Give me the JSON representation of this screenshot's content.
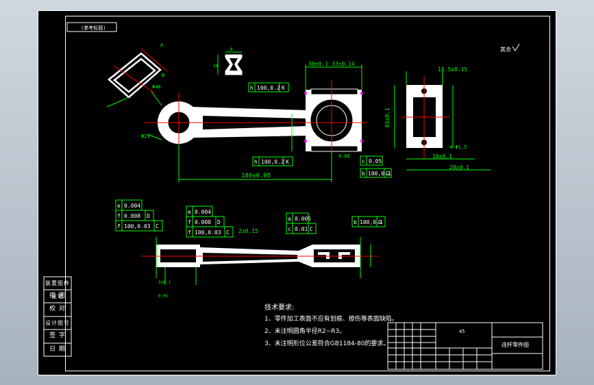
{
  "title_box_label": "(参考标题)",
  "roughness_note": "其余",
  "dimensions": {
    "d30": "30±0.1",
    "d33": "33±0.14",
    "d18": "18.5±0.15",
    "d180": "180±0.05",
    "d65": "65±0.1",
    "d10": "10±0.1",
    "d20": "20±0.1",
    "d2": "2±0.15",
    "phi4": "4-Φ1.5",
    "phi_small": "Φ29",
    "phi_big": "Φ40",
    "d06": "0.06",
    "d005": "0.05",
    "d3": "3±0.1"
  },
  "fcf": {
    "upper1": [
      "h",
      "100,0.2",
      "K"
    ],
    "upper2": [
      "h",
      "100,0.2",
      "K"
    ],
    "upper3": [
      "c",
      "0.05"
    ],
    "upper4": [
      "b",
      "100,0.1",
      "G"
    ],
    "left": [
      [
        "e",
        "0.004"
      ],
      [
        "f",
        "0.008",
        "D"
      ],
      [
        "f",
        "100,0.03",
        "C"
      ]
    ],
    "mid": [
      [
        "e",
        "0.004"
      ],
      [
        "f",
        "0.008",
        "D"
      ],
      [
        "f",
        "100,0.03",
        "C"
      ]
    ],
    "right_stack": [
      [
        "a",
        "0.005"
      ],
      [
        "c",
        "0.01",
        "C"
      ]
    ],
    "right": [
      "b",
      "100,0.1",
      "G"
    ]
  },
  "side_table": [
    "装置图件注记",
    "描 图",
    "校 对",
    "设计图号",
    "签 字",
    "日 期"
  ],
  "tech_requirements": {
    "heading": "技术要求:",
    "lines": [
      "1、零件加工表面不应有划痕、擦伤等表面缺陷。",
      "2、未注明圆角半径R2~R3。",
      "3、未注明形位公差符合GB1184-80的要求。"
    ]
  },
  "title_block": {
    "material": "45",
    "part_name": "连杆零件图"
  },
  "colors": {
    "white": "#ffffff",
    "green": "#00ff00",
    "red": "#ff0000",
    "magenta": "#ff00ff",
    "frame": "#ffffff"
  }
}
